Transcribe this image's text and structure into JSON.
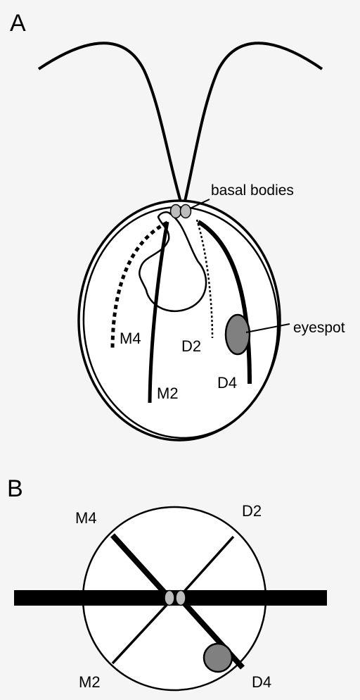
{
  "panels": [
    {
      "letter": "A",
      "labels": {
        "basal_bodies": "basal bodies",
        "eyespot": "eyespot",
        "m4": "M4",
        "m2": "M2",
        "d2": "D2",
        "d4": "D4"
      }
    },
    {
      "letter": "B",
      "labels": {
        "m4": "M4",
        "d2": "D2",
        "m2": "M2",
        "d4": "D4"
      }
    }
  ],
  "colors": {
    "background": "#f5f5f5",
    "line": "#000000",
    "basal_body_fill": "#bdbdbd",
    "eyespot_fill": "#808080",
    "cell_fill": "#ffffff"
  }
}
